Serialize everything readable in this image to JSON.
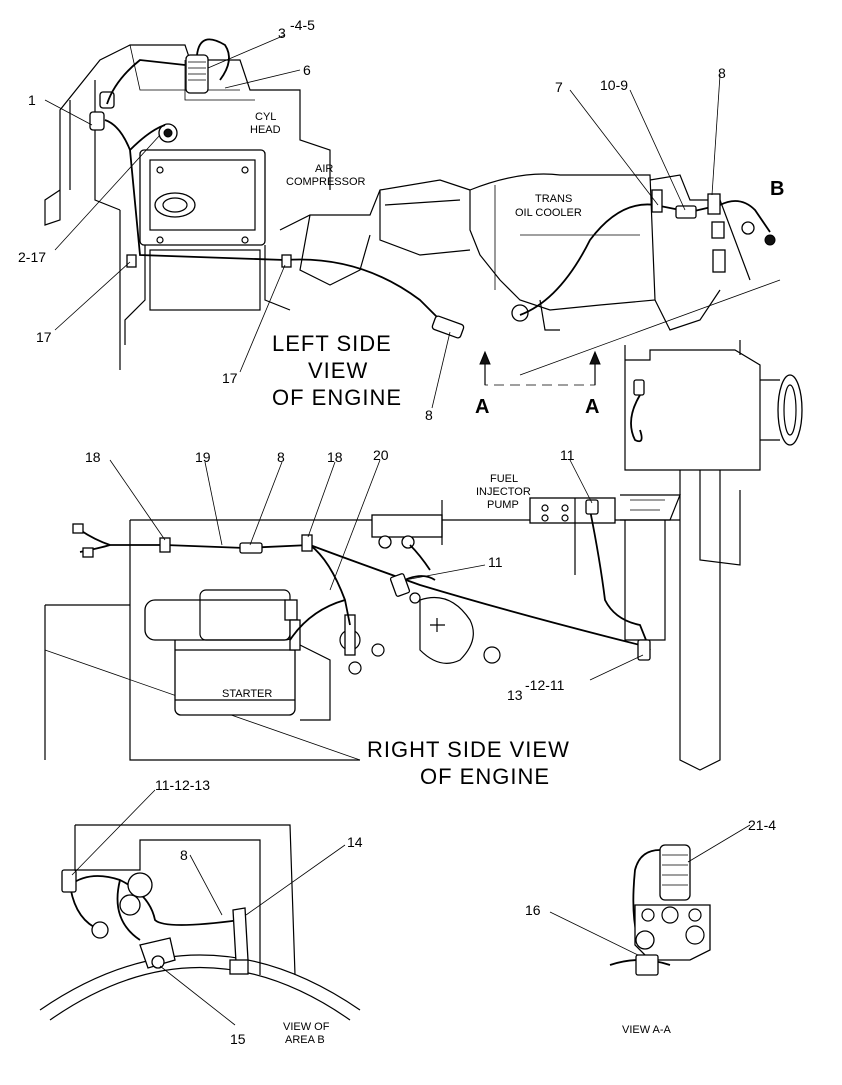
{
  "callouts": {
    "c1": "1",
    "c3_4_5": "3",
    "c3_4_5_suffix": "-4-5",
    "c6": "6",
    "c2_17": "2-17",
    "c17a": "17",
    "c17b": "17",
    "c8a": "8",
    "c7": "7",
    "c10_9": "10-9",
    "c8b": "8",
    "c18a": "18",
    "c19": "19",
    "c8c": "8",
    "c18b": "18",
    "c20": "20",
    "c11a": "11",
    "c11b": "11",
    "c13_12_11": "13",
    "c13_12_11_suffix": "-12-11",
    "c11_12_13": "11-12-13",
    "c14": "14",
    "c8d": "8",
    "c15": "15",
    "c21_4": "21-4",
    "c16": "16"
  },
  "labels": {
    "cyl_head_1": "CYL",
    "cyl_head_2": "HEAD",
    "air_comp_1": "AIR",
    "air_comp_2": "COMPRESSOR",
    "trans_1": "TRANS",
    "trans_2": "OIL COOLER",
    "fuel_1": "FUEL",
    "fuel_2": "INJECTOR",
    "fuel_3": "PUMP",
    "starter": "STARTER",
    "marker_b": "B",
    "section_a_left": "A",
    "section_a_right": "A"
  },
  "titles": {
    "left_1": "LEFT SIDE",
    "left_2": "VIEW",
    "left_3": "OF ENGINE",
    "right_1": "RIGHT SIDE VIEW",
    "right_2": "OF ENGINE",
    "area_b_1": "VIEW OF",
    "area_b_2": "AREA B",
    "view_aa": "VIEW A-A"
  }
}
